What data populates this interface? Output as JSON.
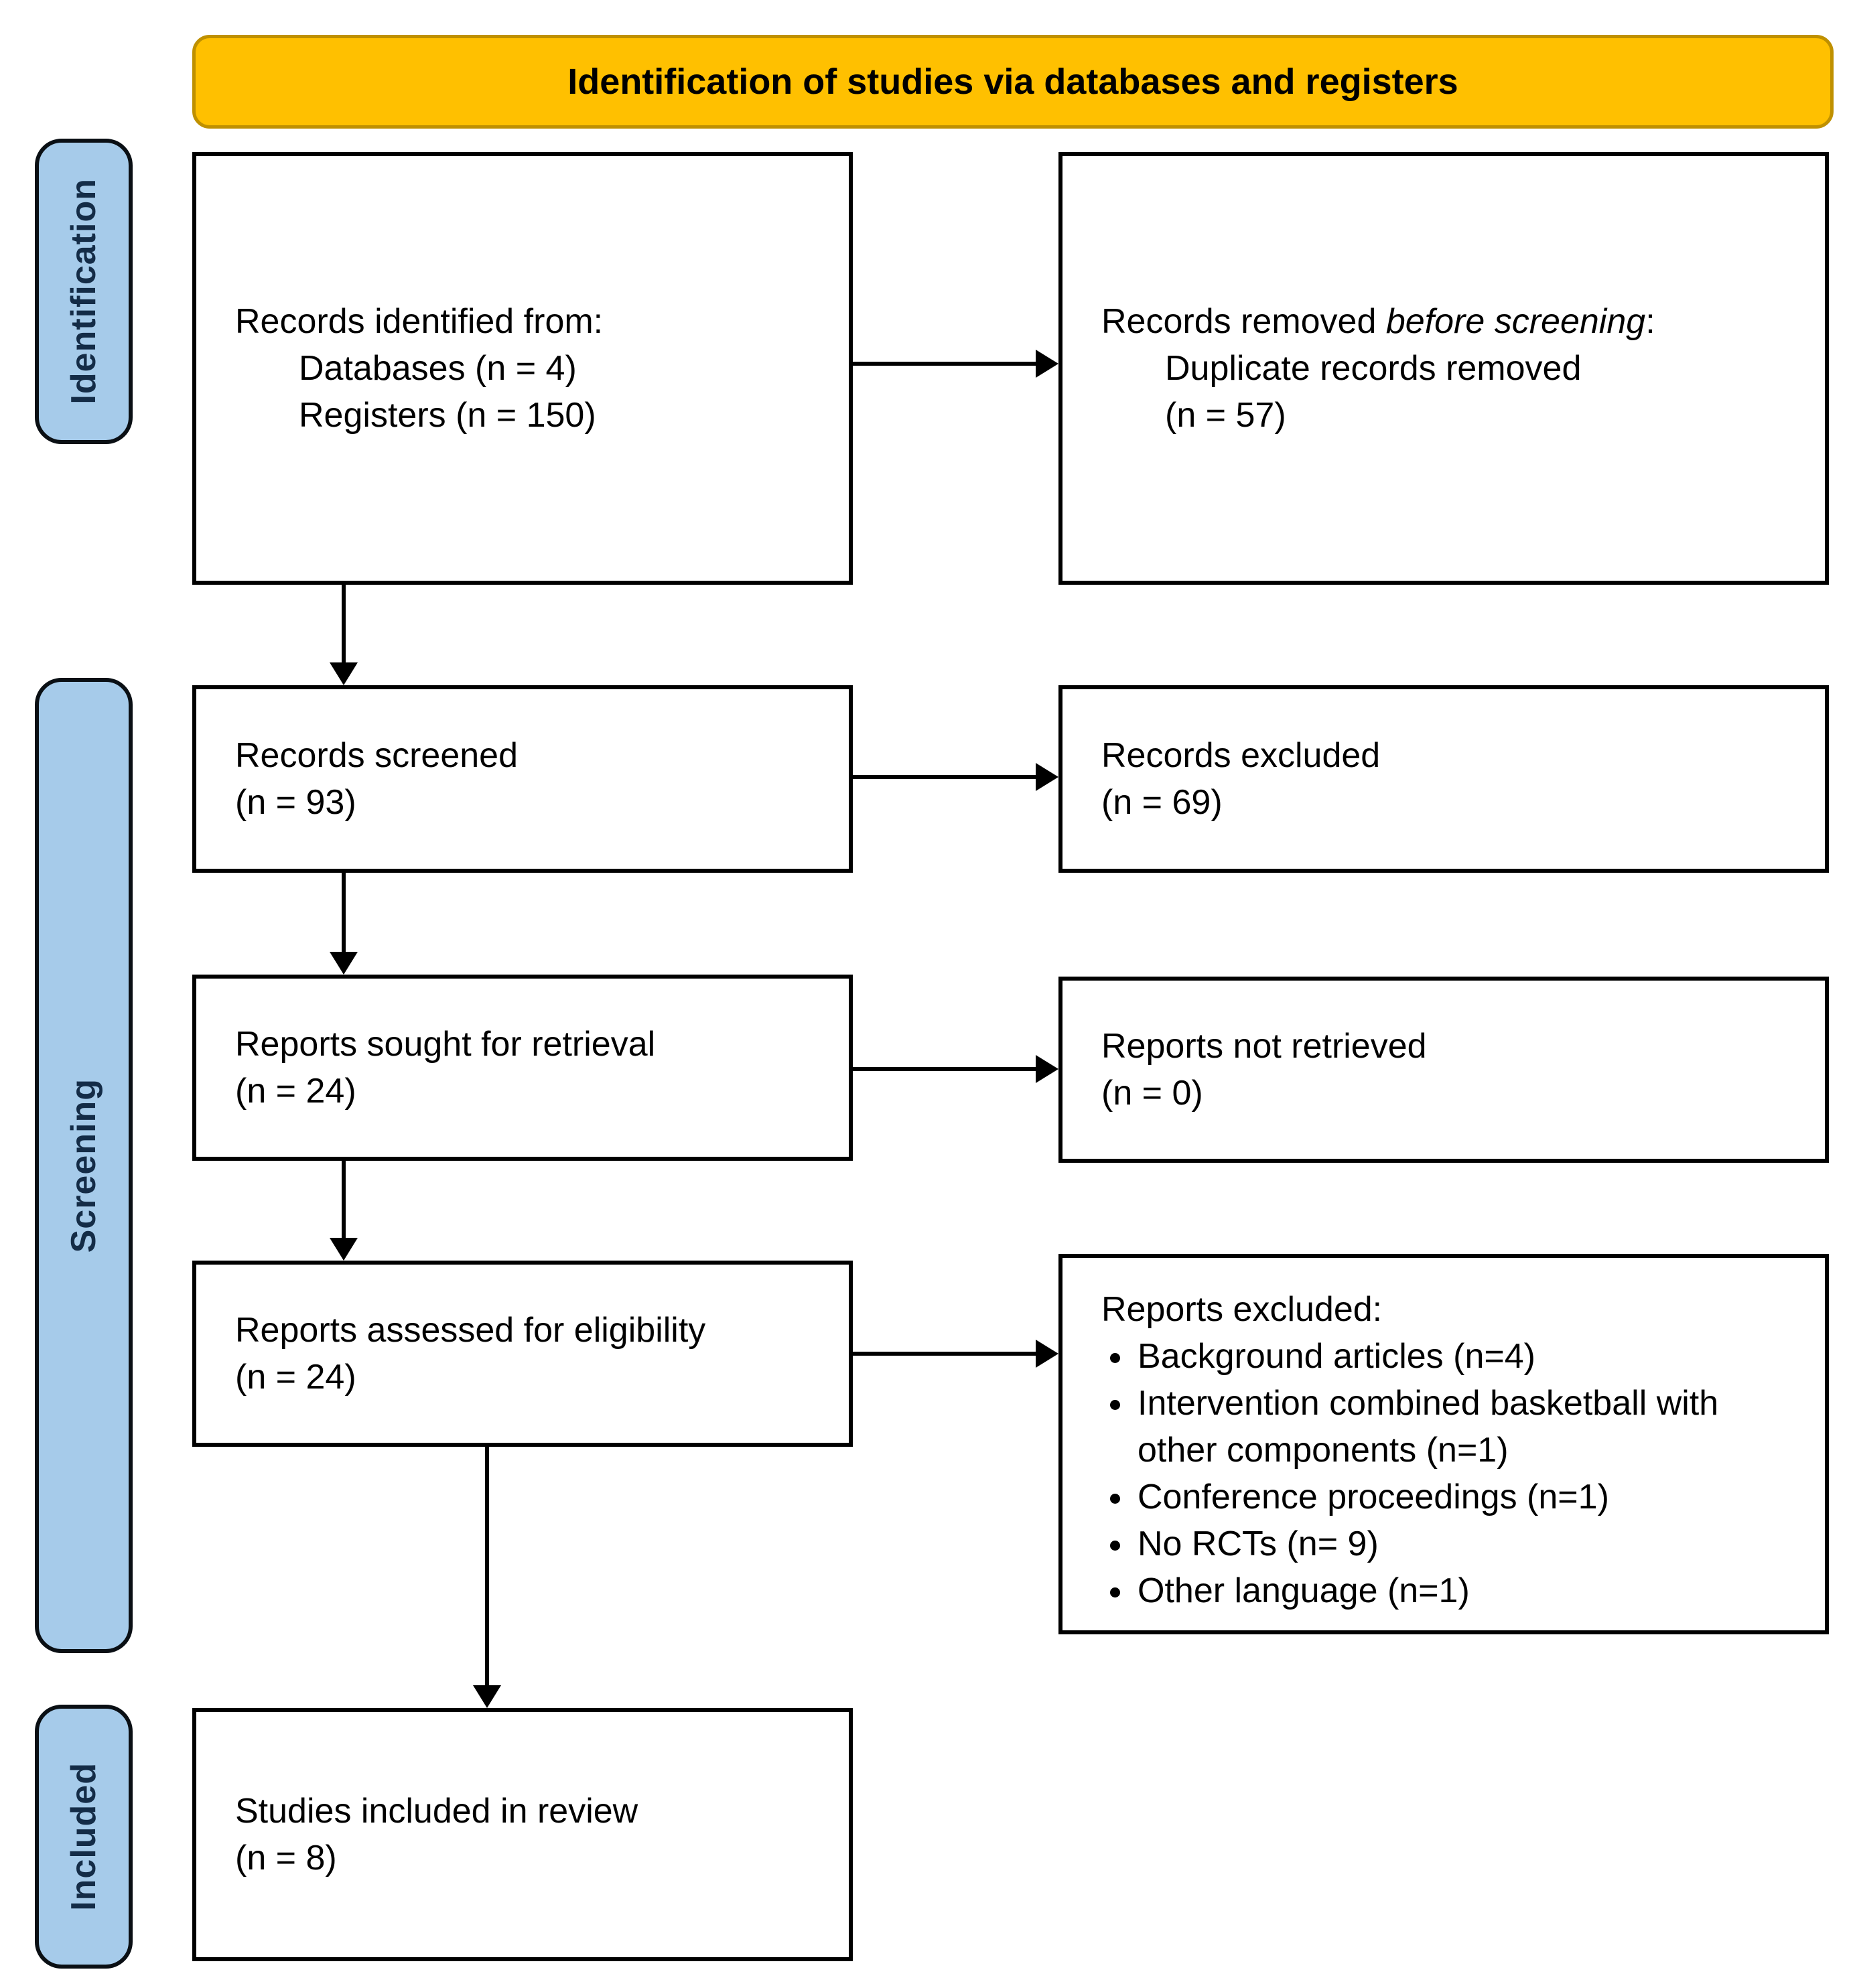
{
  "title": "Identification of studies via databases and registers",
  "stages": [
    {
      "label": "Identification"
    },
    {
      "label": "Screening"
    },
    {
      "label": "Included"
    }
  ],
  "boxes": {
    "records_identified": {
      "line1": "Records identified from:",
      "line2": "Databases (n = 4)",
      "line3": "Registers (n = 150)"
    },
    "records_removed": {
      "line1_prefix": "Records removed ",
      "line1_italic": "before screening",
      "line1_suffix": ":",
      "line2": "Duplicate records removed",
      "line3": "(n = 57)"
    },
    "records_screened": {
      "line1": "Records screened",
      "line2": "(n = 93)"
    },
    "records_excluded": {
      "line1": "Records excluded",
      "line2": "(n = 69)"
    },
    "reports_sought": {
      "line1": "Reports sought for retrieval",
      "line2": "(n = 24)"
    },
    "reports_not_retrieved": {
      "line1": "Reports not retrieved",
      "line2": "(n = 0)"
    },
    "reports_assessed": {
      "line1": "Reports assessed for eligibility",
      "line2": "(n = 24)"
    },
    "reports_excluded": {
      "heading": "Reports excluded:",
      "bullets": [
        "Background articles (n=4)",
        "Intervention combined basketball with other components (n=1)",
        "Conference proceedings (n=1)",
        "No RCTs (n= 9)",
        "Other language (n=1)"
      ]
    },
    "studies_included": {
      "line1": "Studies included in review",
      "line2": "(n = 8)"
    }
  },
  "colors": {
    "banner_fill": "#FFC000",
    "banner_border": "#BF9000",
    "stage_fill": "#A6CBEA",
    "stage_border": "#0a0f14",
    "stage_text": "#142c47",
    "box_border": "#000000",
    "arrow": "#000000"
  }
}
